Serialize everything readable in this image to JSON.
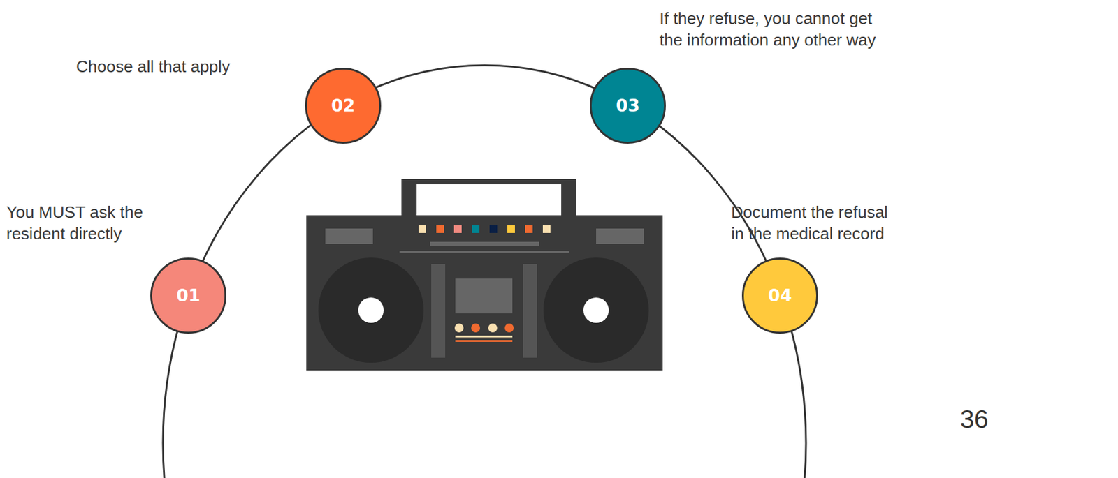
{
  "diagram": {
    "nodes": [
      {
        "text": [
          "01",
          "You MUST ask the resident directly"
        ]
      },
      {
        "text": [
          "02",
          "Choose all that apply"
        ]
      },
      {
        "text": [
          "03",
          "If they refuse, you cannot get the information any other way"
        ]
      },
      {
        "text": [
          "04",
          "Document the refusal in the medical record"
        ]
      }
    ],
    "labels": [
      "36"
    ]
  }
}
